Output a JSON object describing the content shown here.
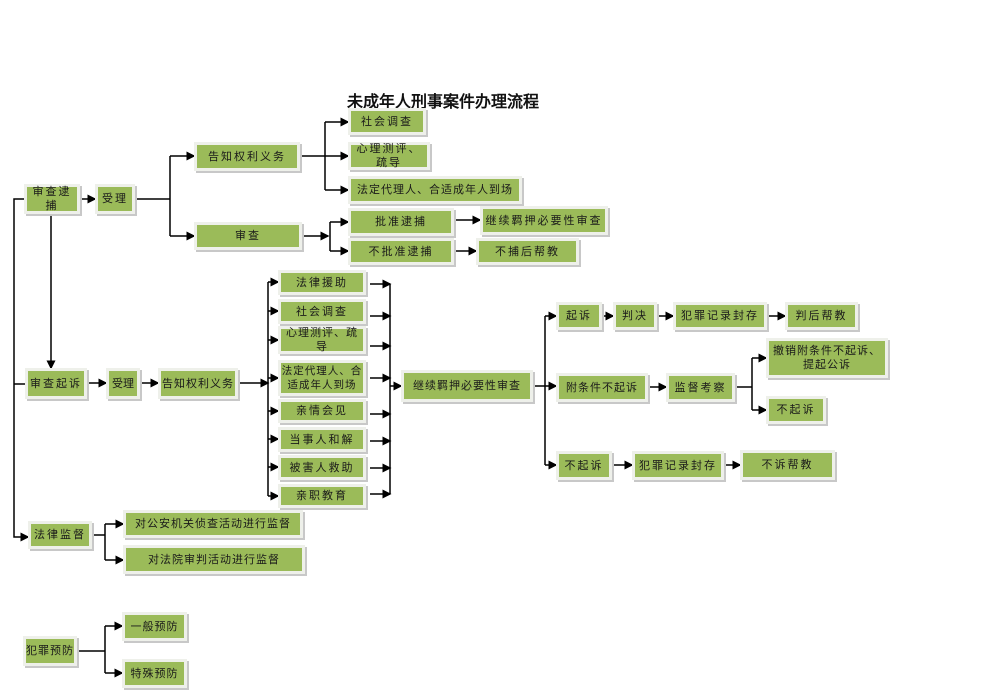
{
  "title": "未成年人刑事案件办理流程",
  "arrest_review": {
    "start": "审查逮捕",
    "accept": "受理",
    "inform": "告知权利义务",
    "review": "审查",
    "social_investigation": "社会调查",
    "psych": "心理测评、疏导",
    "guardian": "法定代理人、合适成年人到场",
    "approve": "批准逮捕",
    "continue_detention": "继续羁押必要性审查",
    "not_approve": "不批准逮捕",
    "post_help": "不捕后帮教"
  },
  "prosecution_review": {
    "start": "审查起诉",
    "accept": "受理",
    "inform": "告知权利义务",
    "measures": [
      "法律援助",
      "社会调查",
      "心理测评、疏导",
      "法定代理人、合适成年人到场",
      "亲情会见",
      "当事人和解",
      "被害人救助",
      "亲职教育"
    ],
    "continue_detention": "继续羁押必要性审查",
    "prosecute": "起诉",
    "judgment": "判决",
    "record_seal": "犯罪记录封存",
    "post_judgment_help": "判后帮教",
    "conditional_nonprosecution": "附条件不起诉",
    "supervision": "监督考察",
    "revoke": "撤销附条件不起诉、提起公诉",
    "nonprosecution_result": "不起诉",
    "nonprosecution": "不起诉",
    "record_seal2": "犯罪记录封存",
    "nonprosecution_help": "不诉帮教"
  },
  "legal_supervision": {
    "start": "法律监督",
    "police": "对公安机关侦查活动进行监督",
    "court": "对法院审判活动进行监督"
  },
  "crime_prevention": {
    "start": "犯罪预防",
    "general": "一般预防",
    "special": "特殊预防"
  },
  "colors": {
    "box": "#9bbb59",
    "line": "#000000"
  }
}
